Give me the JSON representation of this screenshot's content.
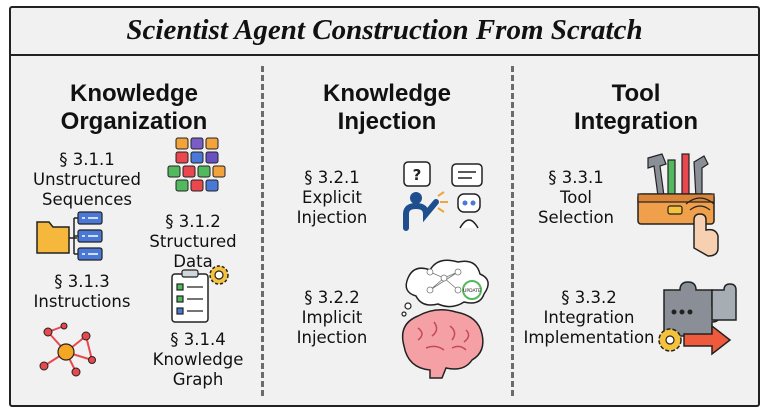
{
  "title": "Scientist Agent Construction From Scratch",
  "columns": [
    {
      "heading": [
        "Knowledge",
        "Organization"
      ],
      "items": [
        {
          "section": "§ 3.1.1",
          "lines": [
            "Unstructured",
            "Sequences"
          ]
        },
        {
          "section": "§ 3.1.2",
          "lines": [
            "Structured",
            "Data"
          ]
        },
        {
          "section": "§ 3.1.3",
          "lines": [
            "Instructions"
          ]
        },
        {
          "section": "§ 3.1.4",
          "lines": [
            "Knowledge",
            "Graph"
          ]
        }
      ]
    },
    {
      "heading": [
        "Knowledge",
        "Injection"
      ],
      "items": [
        {
          "section": "§ 3.2.1",
          "lines": [
            "Explicit",
            "Injection"
          ]
        },
        {
          "section": "§ 3.2.2",
          "lines": [
            "Implicit",
            "Injection"
          ]
        }
      ]
    },
    {
      "heading": [
        "Tool",
        "Integration"
      ],
      "items": [
        {
          "section": "§ 3.3.1",
          "lines": [
            "Tool",
            "Selection"
          ]
        },
        {
          "section": "§ 3.3.2",
          "lines": [
            "Integration",
            "Implementation"
          ]
        }
      ]
    }
  ],
  "icons": {
    "update_badge": "UPDATE",
    "question_mark": "?"
  }
}
